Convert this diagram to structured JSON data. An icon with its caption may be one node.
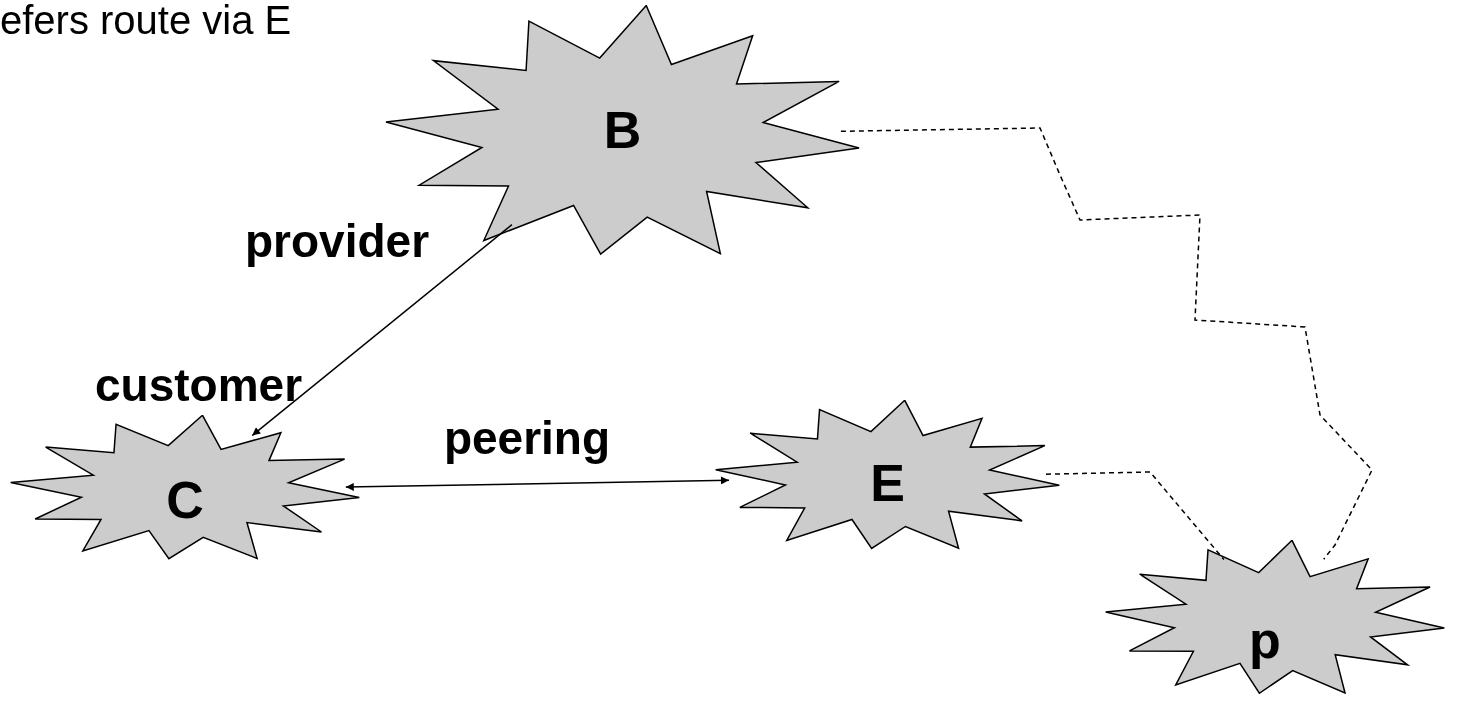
{
  "diagram": {
    "nodes": [
      {
        "text": [
          "B"
        ]
      },
      {
        "text": [
          "C"
        ]
      },
      {
        "text": [
          "E"
        ]
      },
      {
        "text": [
          "p"
        ]
      }
    ],
    "edges": [
      {
        "from": 0,
        "to": 1,
        "arrow": "to"
      },
      {
        "from": 1,
        "to": 2,
        "arrow": "both",
        "label": "peering"
      },
      {
        "from": 0,
        "to": 3,
        "arrow": "none",
        "style": "dashed"
      },
      {
        "from": 2,
        "to": 3,
        "arrow": "none",
        "style": "dashed"
      }
    ],
    "labels": [
      "efers route via E",
      "provider",
      "customer"
    ]
  }
}
